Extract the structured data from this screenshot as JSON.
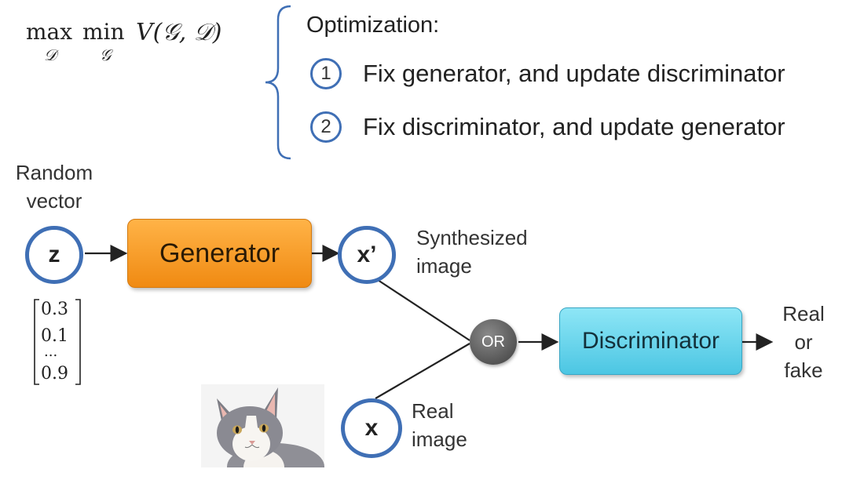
{
  "objective": {
    "max_sub": "𝒟",
    "min_sub": "𝒢",
    "max_op": "max",
    "min_op": "min",
    "fn": "V(𝒢, 𝒟)"
  },
  "optimization": {
    "title": "Optimization:",
    "steps": [
      {
        "num": "1",
        "text": "Fix generator, and update discriminator"
      },
      {
        "num": "2",
        "text": "Fix discriminator, and update generator"
      }
    ]
  },
  "diagram": {
    "random_vector_label": "Random vector",
    "z_label": "z",
    "vector_values": [
      "0.3",
      "0.1",
      "...",
      "0.9"
    ],
    "generator_label": "Generator",
    "x_prime_label": "x’",
    "synth_label": "Synthesized image",
    "or_label": "OR",
    "discriminator_label": "Discriminator",
    "output_label": "Real or fake",
    "x_label": "x",
    "real_label": "Real image",
    "colors": {
      "circle_border": "#3f6fb5",
      "generator": "#f7a12a",
      "discriminator": "#6fd6ef",
      "or_node": "#555555"
    }
  }
}
